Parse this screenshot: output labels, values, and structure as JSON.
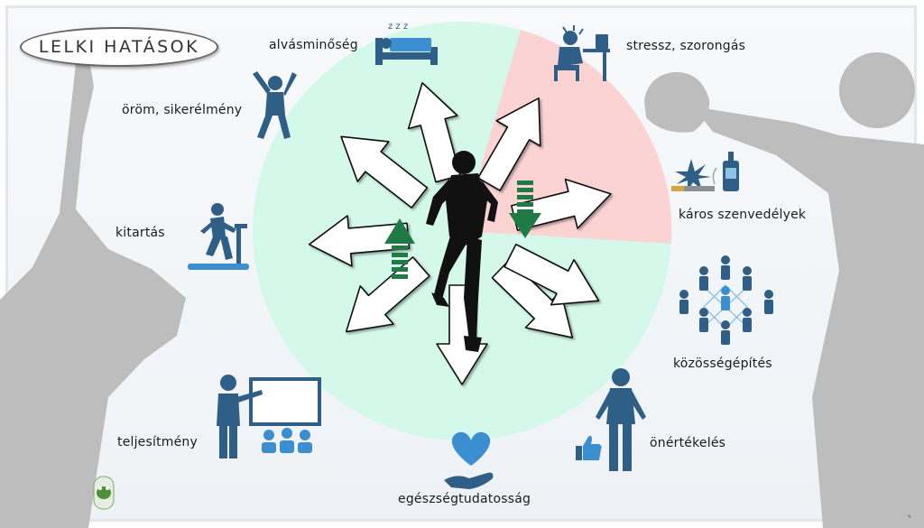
{
  "title": "LELKI HATÁSOK",
  "effects": {
    "sleep": "alvásminőség",
    "joy": "öröm, sikerélmény",
    "endurance": "kitartás",
    "performance": "teljesítmény",
    "health": "egészségtudatosság",
    "selfesteem": "önértékelés",
    "community": "közösségépítés",
    "addiction": "káros szenvedélyek",
    "stress": "stressz, szorongás"
  },
  "colors": {
    "positive_area": "#d4f9ea",
    "negative_area": "#fbd3d3",
    "up_arrow": "#1f7a45",
    "down_arrow": "#1f7a45",
    "icon": "#2f5f86",
    "silhouette": "#bdbdbd"
  }
}
